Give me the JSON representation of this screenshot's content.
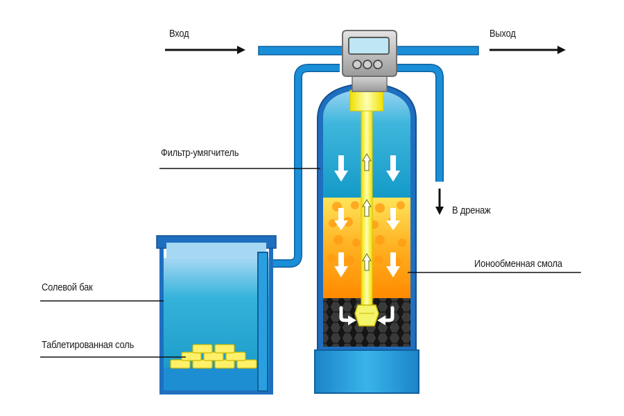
{
  "labels": {
    "inlet": "Вход",
    "outlet": "Выход",
    "drain": "В дренаж",
    "softener_filter": "Фильтр-умягчитель",
    "resin": "Ионообменная смола",
    "brine_tank": "Солевой бак",
    "salt": "Таблетированная соль"
  },
  "colors": {
    "pipe": "#1a8fd8",
    "tank_outline": "#1f6fc0",
    "water_top": "#9fd3f2",
    "water": "#22a9d4",
    "resin_top": "#ffd84a",
    "resin_bottom": "#ff8c00",
    "gravel": "#2b2b2b",
    "riser_tube": "#f4f46a",
    "salt_tablet": "#ffe94a",
    "controller": "#b8b8b8",
    "flow_arrow": "#ffffff"
  },
  "icons": [
    "inlet-arrow-icon",
    "outlet-arrow-icon",
    "drain-arrow-icon",
    "flow-down-arrow-icon",
    "flow-up-arrow-icon",
    "control-button-icon"
  ]
}
